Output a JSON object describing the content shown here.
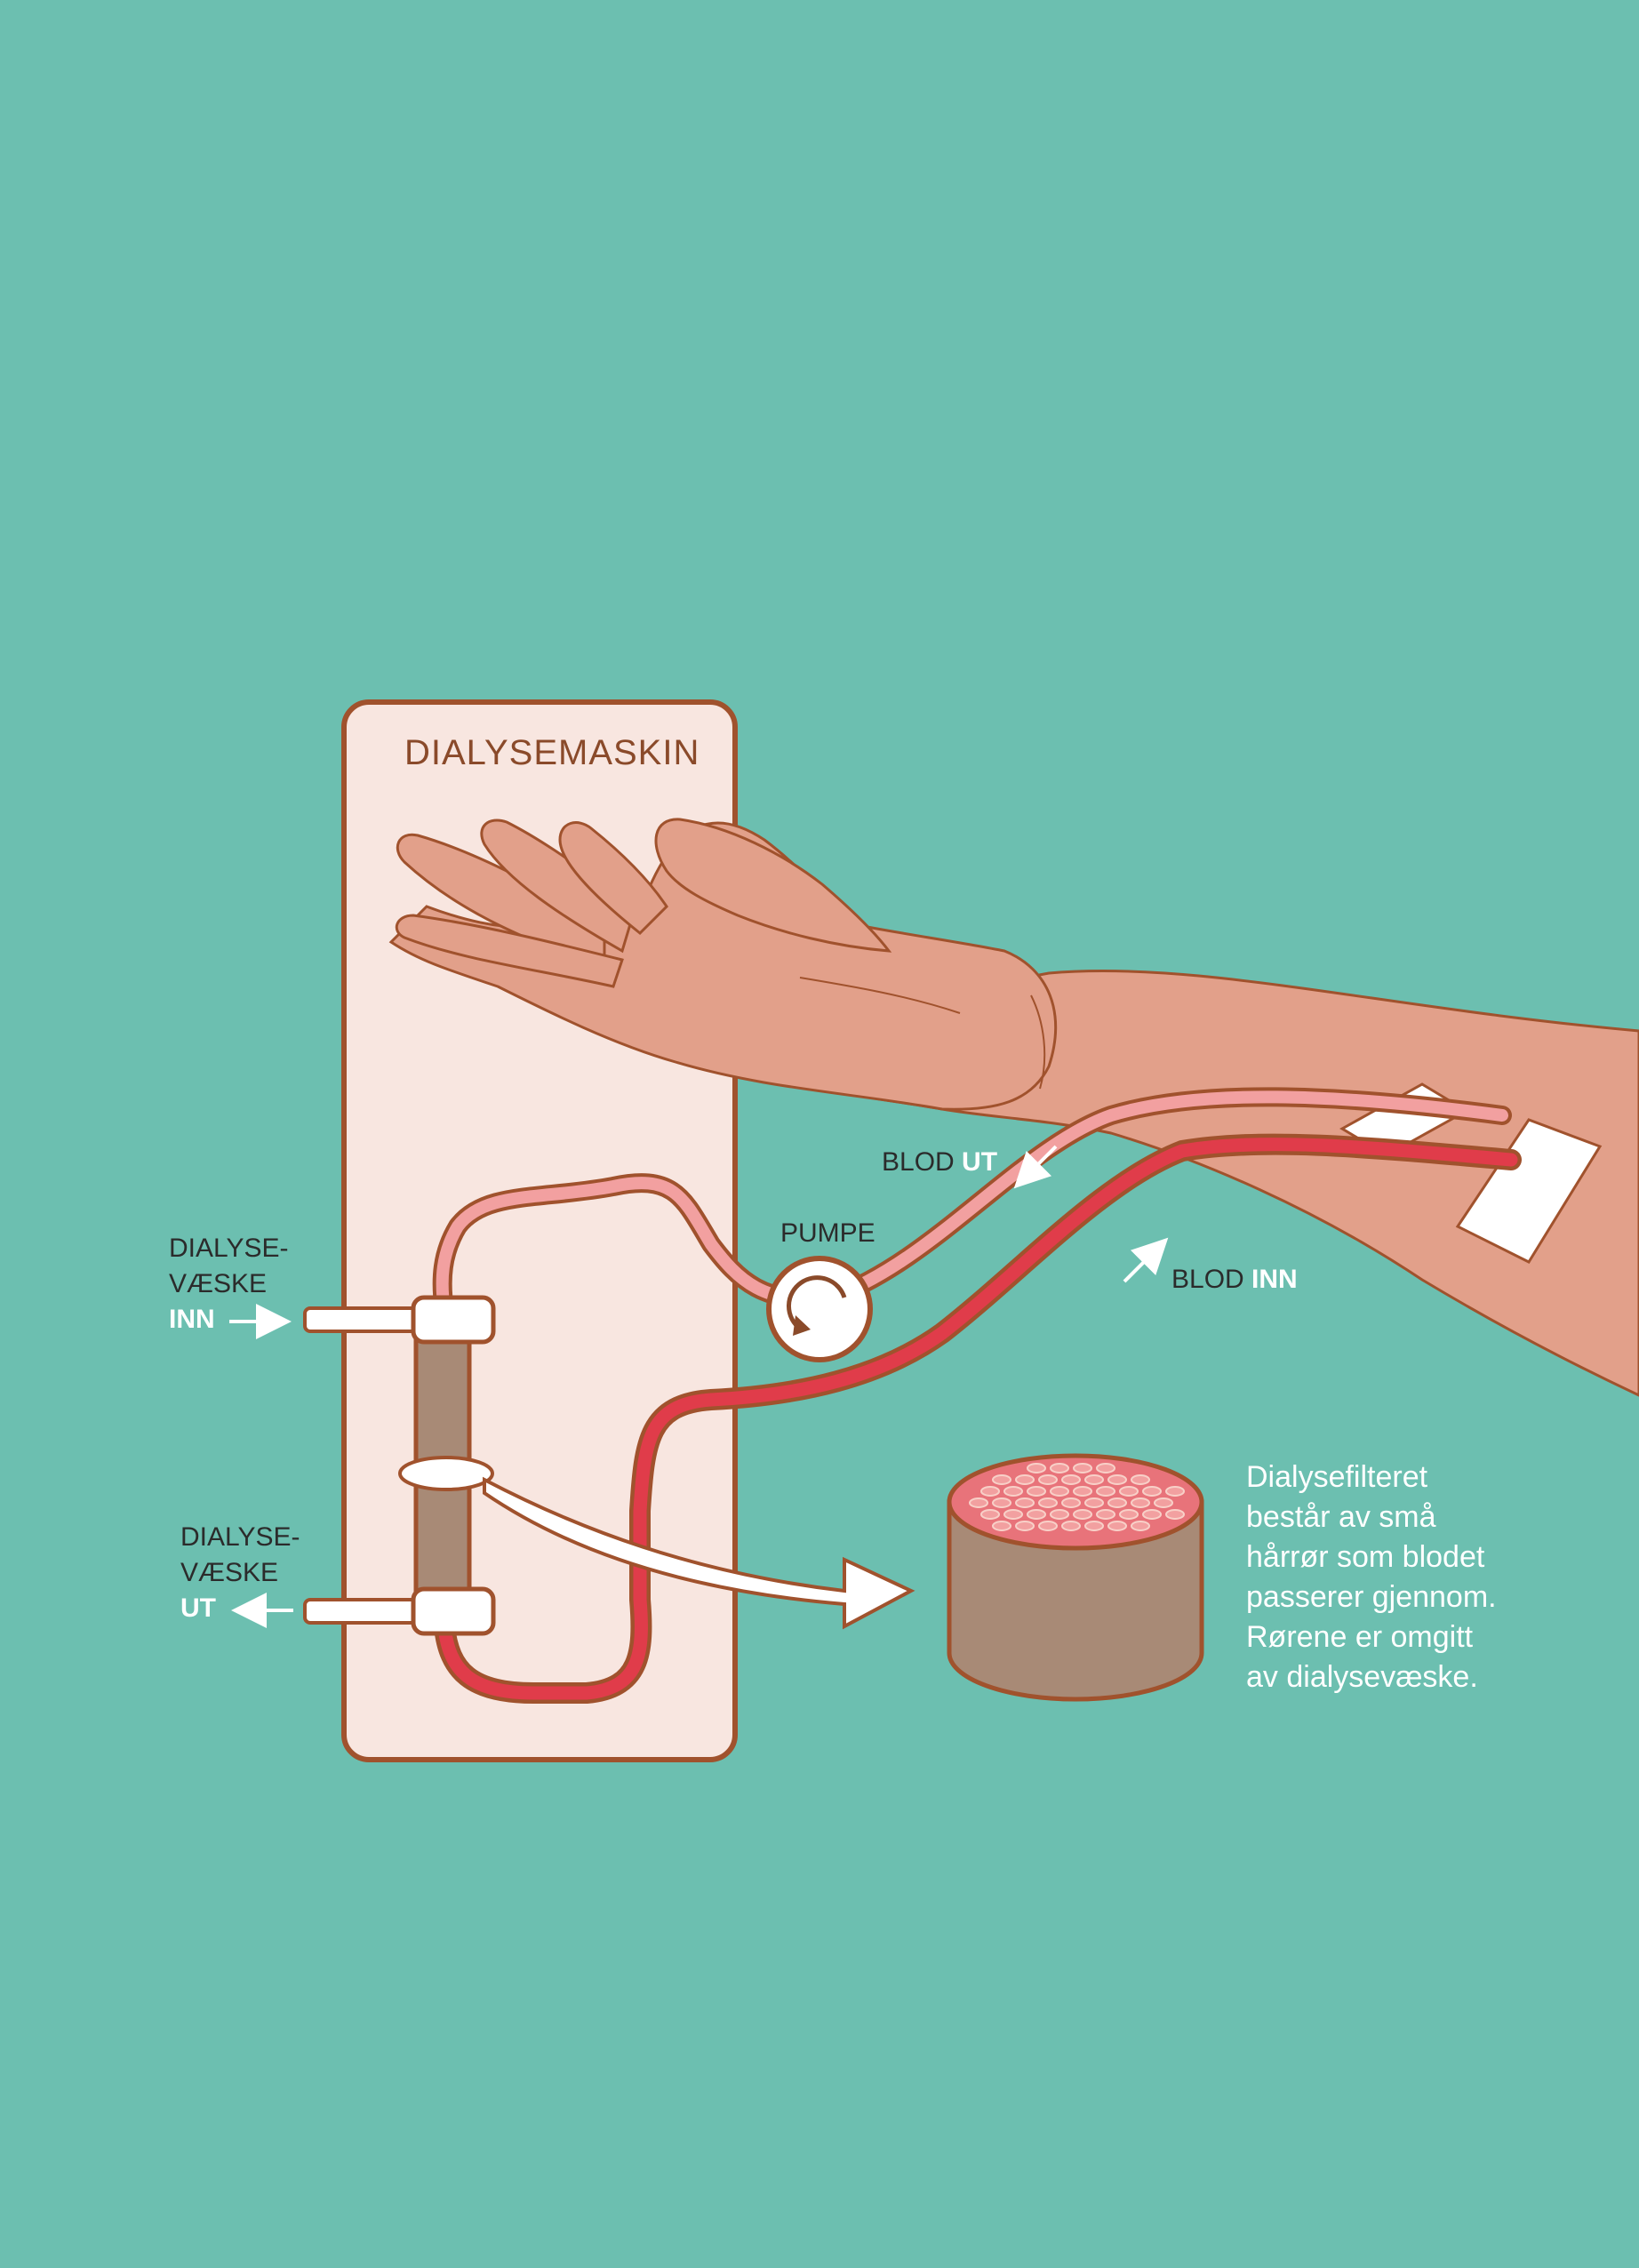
{
  "machine": {
    "title": "DIALYSEMASKIN"
  },
  "labels": {
    "fluid_in": {
      "line1": "DIALYSE-",
      "line2": "VÆSKE",
      "line3": "INN"
    },
    "fluid_out": {
      "line1": "DIALYSE-",
      "line2": "VÆSKE",
      "line3": "UT"
    },
    "pump": "PUMPE",
    "blood_out": {
      "word": "BLOD",
      "dir": "UT"
    },
    "blood_in": {
      "word": "BLOD",
      "dir": "INN"
    }
  },
  "description": {
    "lines": [
      "Dialysefilteret",
      "består av små",
      "hårrør som blodet",
      "passerer gjennom.",
      "Rørene er omgitt",
      "av dialysevæske."
    ]
  },
  "colors": {
    "background": "#6cbfb0",
    "machine_fill": "#f8e6e0",
    "outline": "#a0522d",
    "skin": "#e2a08a",
    "blood": "#e03c4a",
    "blood_light": "#f2a0a0",
    "filter": "#a88a76",
    "white": "#ffffff"
  }
}
